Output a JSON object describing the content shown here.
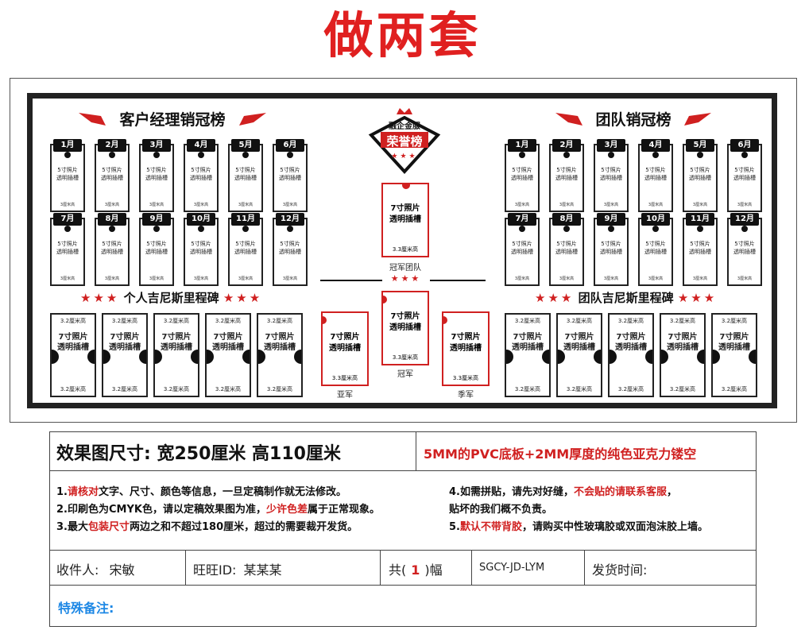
{
  "top_title": "做两套",
  "board": {
    "left_header": "客户经理销冠榜",
    "right_header": "团队销冠榜",
    "center_badge": {
      "line1": "融企金服",
      "line2": "荣誉榜"
    },
    "months_row1": [
      "1月",
      "2月",
      "3月",
      "4月",
      "5月",
      "6月"
    ],
    "months_row2": [
      "7月",
      "8月",
      "9月",
      "10月",
      "11月",
      "12月"
    ],
    "small_card_text": "5寸照片\n透明插槽",
    "small_card_size": "3厘米高",
    "left_section_title": "个人吉尼斯里程碑",
    "right_section_title": "团队吉尼斯里程碑",
    "stars": "★★★",
    "big_card_size": "3.2厘米高",
    "big_card_text": "7寸照片\n透明插槽",
    "red_card_text": "7寸照片\n透明插槽",
    "red_card_size": "3.3厘米高",
    "captions": {
      "team": "冠军团队",
      "champion": "冠军",
      "second": "亚军",
      "third": "季军"
    }
  },
  "info": {
    "size_label": "效果图尺寸: 宽250厘米  高110厘米",
    "material": "5MM的PVC底板+2MM厚度的纯色亚克力镂空",
    "notes_left": [
      {
        "pre": "1.",
        "red": "请核对",
        "post": "文字、尺寸、颜色等信息，一旦定稿制作就无法修改。"
      },
      {
        "pre": "2.印刷色为CMYK色，请以定稿效果图为准，",
        "red": "少许色差",
        "post": "属于正常现象。"
      },
      {
        "pre": "3.最大",
        "red": "包装尺寸",
        "post": "两边之和不超过180厘米，超过的需要裁开发货。"
      }
    ],
    "notes_right": [
      {
        "pre": "4.如需拼贴，请先对好缝，",
        "red": "不会贴的请联系客服",
        "post": "，"
      },
      {
        "pre": "  贴坏的我们概不负责。",
        "red": "",
        "post": ""
      },
      {
        "pre": "5.",
        "red": "默认不带背胶",
        "post": "，请购买中性玻璃胶或双面泡沫胶上墙。"
      }
    ],
    "recipient_label": "收件人:",
    "recipient": "宋敏",
    "wangwang_label": "旺旺ID:",
    "wangwang": "某某某",
    "count_pre": "共(",
    "count": "1",
    "count_post": ")幅",
    "code": "SGCY-JD-LYM",
    "ship_label": "发货时间:",
    "special_label": "特殊备注:"
  },
  "colors": {
    "red": "#d02020",
    "blue": "#1e88e5",
    "black": "#111111"
  }
}
